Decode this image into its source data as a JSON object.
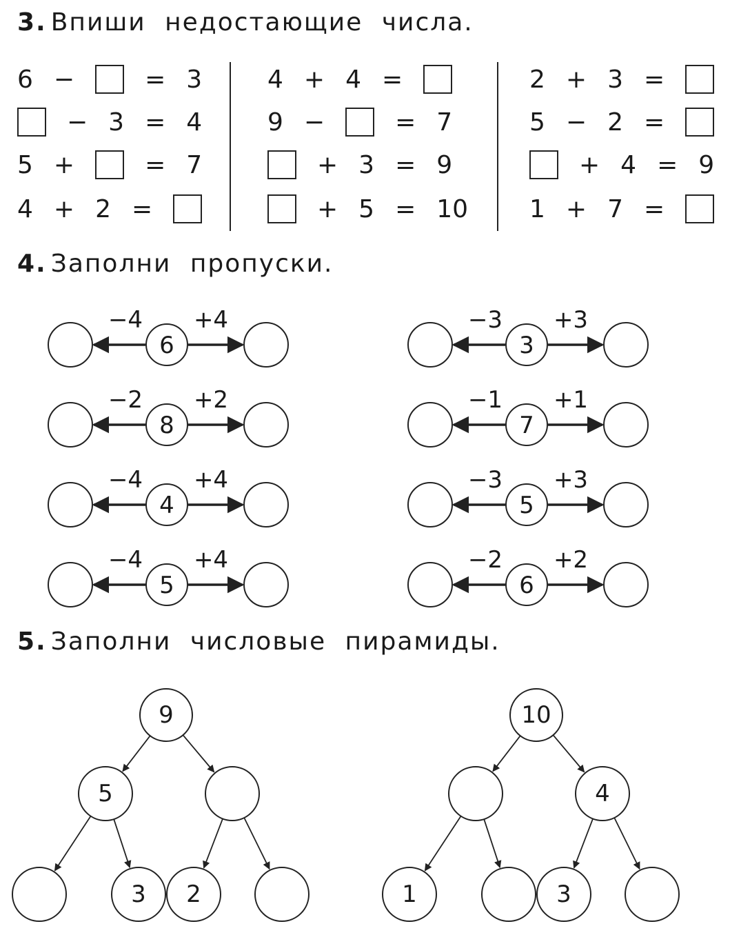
{
  "task3": {
    "number": "3.",
    "title": "Впиши недостающие числа.",
    "columns": [
      [
        [
          "6",
          "−",
          "□",
          "=",
          "3"
        ],
        [
          "□",
          "−",
          "3",
          "=",
          "4"
        ],
        [
          "5",
          "+",
          "□",
          "=",
          "7"
        ],
        [
          "4",
          "+",
          "2",
          "=",
          "□"
        ]
      ],
      [
        [
          "4",
          "+",
          "4",
          "=",
          "□"
        ],
        [
          "9",
          "−",
          "□",
          "=",
          "7"
        ],
        [
          "□",
          "+",
          "3",
          "=",
          "9"
        ],
        [
          "□",
          "+",
          "5",
          "=",
          "10"
        ]
      ],
      [
        [
          "2",
          "+",
          "3",
          "=",
          "□"
        ],
        [
          "5",
          "−",
          "2",
          "=",
          "□"
        ],
        [
          "□",
          "+",
          "4",
          "=",
          "9"
        ],
        [
          "1",
          "+",
          "7",
          "=",
          "□"
        ]
      ]
    ]
  },
  "task4": {
    "number": "4.",
    "title": "Заполни пропуски.",
    "left": [
      {
        "minus": "−4",
        "plus": "+4",
        "center": "6"
      },
      {
        "minus": "−2",
        "plus": "+2",
        "center": "8"
      },
      {
        "minus": "−4",
        "plus": "+4",
        "center": "4"
      },
      {
        "minus": "−4",
        "plus": "+4",
        "center": "5"
      }
    ],
    "right": [
      {
        "minus": "−3",
        "plus": "+3",
        "center": "3"
      },
      {
        "minus": "−1",
        "plus": "+1",
        "center": "7"
      },
      {
        "minus": "−3",
        "plus": "+3",
        "center": "5"
      },
      {
        "minus": "−2",
        "plus": "+2",
        "center": "6"
      }
    ]
  },
  "task5": {
    "number": "5.",
    "title": "Заполни числовые пирамиды.",
    "pyramids": [
      {
        "top": "9",
        "mid": [
          "5",
          ""
        ],
        "bottom": [
          "",
          "3",
          "2",
          ""
        ]
      },
      {
        "top": "10",
        "mid": [
          "",
          "4"
        ],
        "bottom": [
          "1",
          "",
          "3",
          ""
        ]
      }
    ]
  }
}
